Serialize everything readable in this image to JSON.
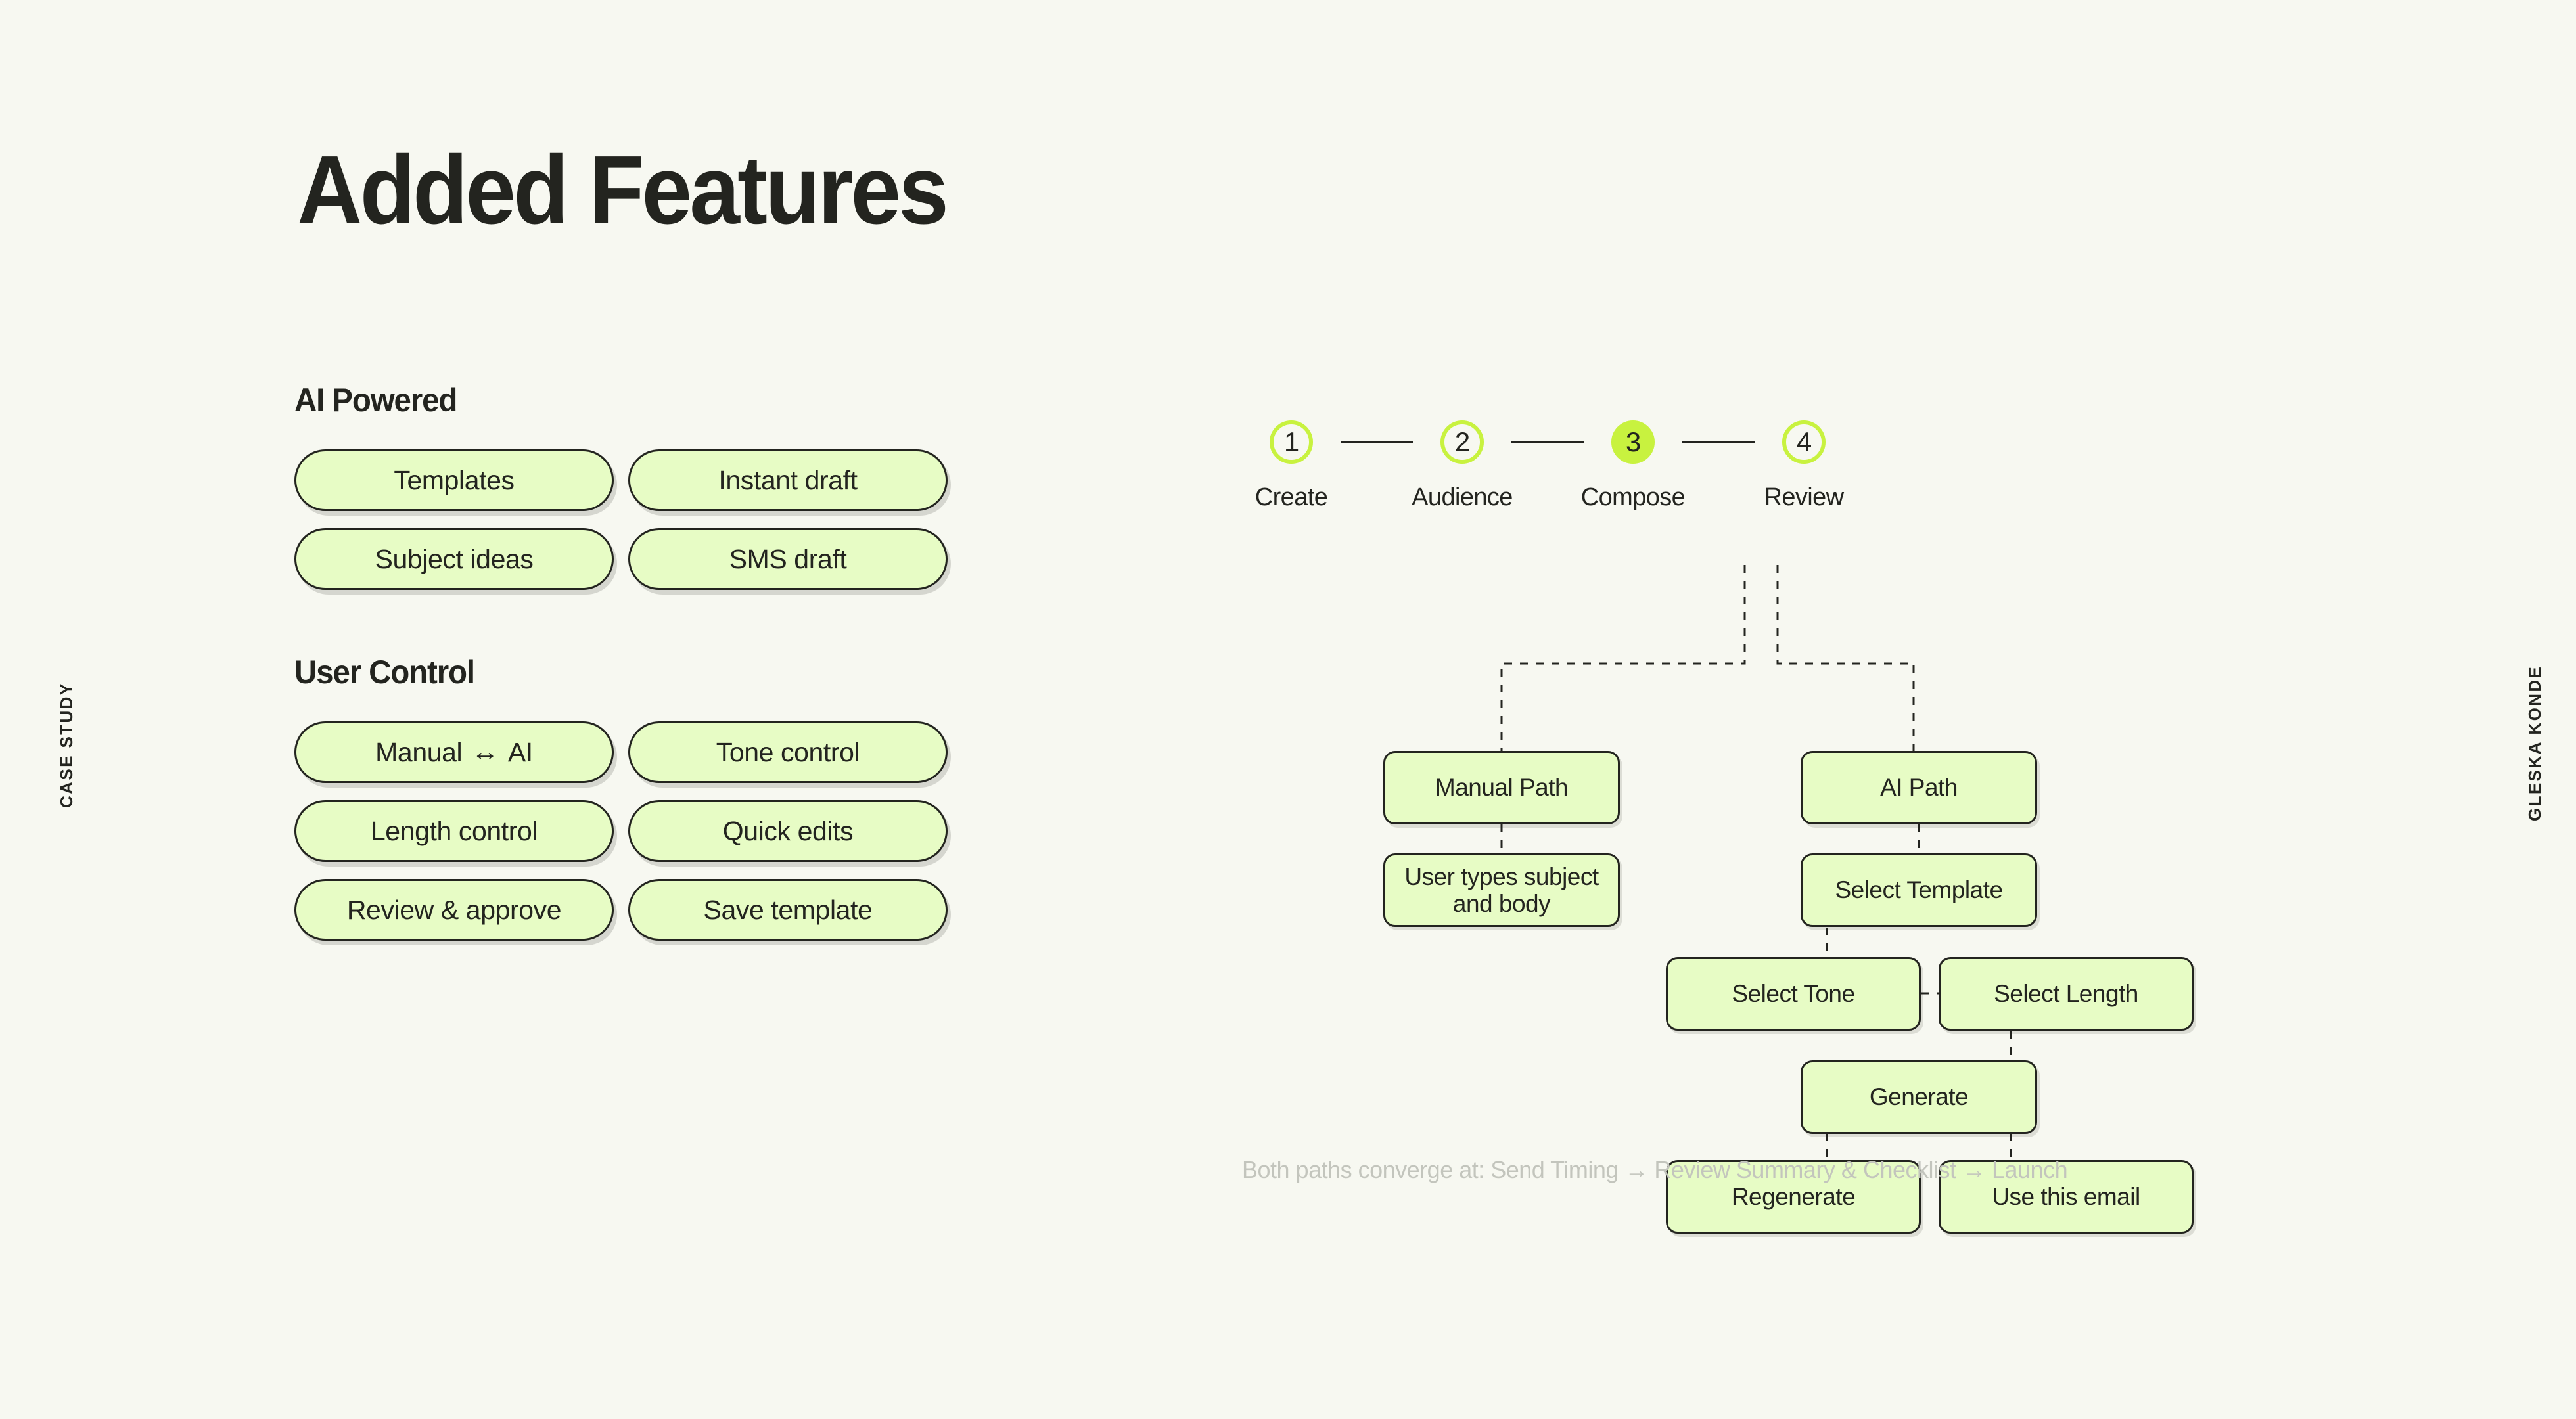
{
  "meta": {
    "background_color": "#f7f8f1",
    "accent_green": "#c8f23f",
    "pill_fill": "#e7fcc5",
    "ink": "#23241f",
    "muted": "#c3c5bd"
  },
  "side_labels": {
    "left": "CASE STUDY",
    "right": "GLESKA KONDE"
  },
  "title": "Added Features",
  "groups": [
    {
      "heading": "AI Powered",
      "pills": [
        {
          "label": "Templates"
        },
        {
          "label": "Instant draft"
        },
        {
          "label": "Subject ideas"
        },
        {
          "label": "SMS draft"
        }
      ]
    },
    {
      "heading": "User Control",
      "pills": [
        {
          "label": "Manual",
          "icon": "↔",
          "label_after": "AI"
        },
        {
          "label": "Tone control"
        },
        {
          "label": "Length control"
        },
        {
          "label": "Quick edits"
        },
        {
          "label": "Review & approve"
        },
        {
          "label": "Save template"
        }
      ]
    }
  ],
  "stepper": {
    "steps": [
      {
        "number": "1",
        "label": "Create",
        "active": false
      },
      {
        "number": "2",
        "label": "Audience",
        "active": false
      },
      {
        "number": "3",
        "label": "Compose",
        "active": true
      },
      {
        "number": "4",
        "label": "Review",
        "active": false
      }
    ]
  },
  "flow": {
    "nodes": {
      "manual_path": "Manual Path",
      "user_types": "User types subject and body",
      "ai_path": "AI Path",
      "select_template": "Select Template",
      "select_tone": "Select Tone",
      "select_length": "Select Length",
      "generate": "Generate",
      "regenerate": "Regenerate",
      "use_this_email": "Use this email"
    }
  },
  "footer_note": "Both paths converge at: Send Timing → Review Summary & Checklist → Launch"
}
